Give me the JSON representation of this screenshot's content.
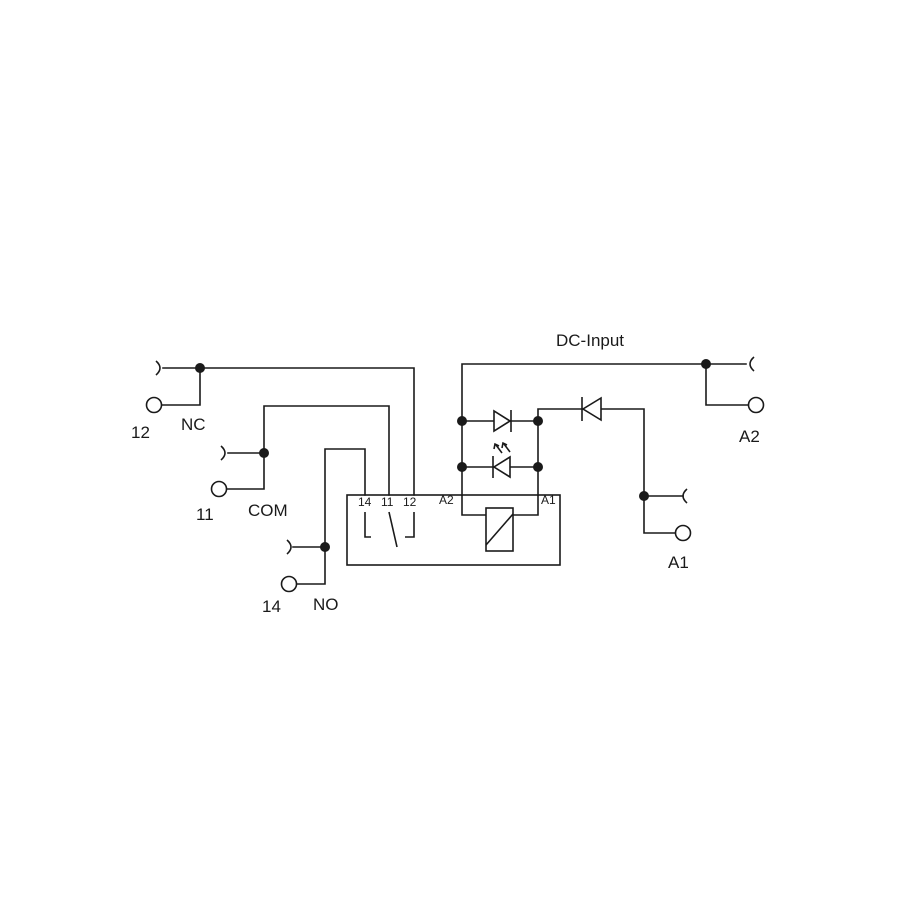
{
  "title": "DC-Input",
  "terminals": {
    "t12": {
      "number": "12",
      "name": "NC"
    },
    "t11": {
      "number": "11",
      "name": "COM"
    },
    "t14": {
      "number": "14",
      "name": "NO"
    },
    "a2": {
      "name": "A2"
    },
    "a1": {
      "name": "A1"
    }
  },
  "box": {
    "pins": [
      "14",
      "11",
      "12"
    ],
    "left_label": "A2",
    "right_label": "A1"
  },
  "colors": {
    "ink": "#1a1a1a",
    "background": "#ffffff"
  }
}
